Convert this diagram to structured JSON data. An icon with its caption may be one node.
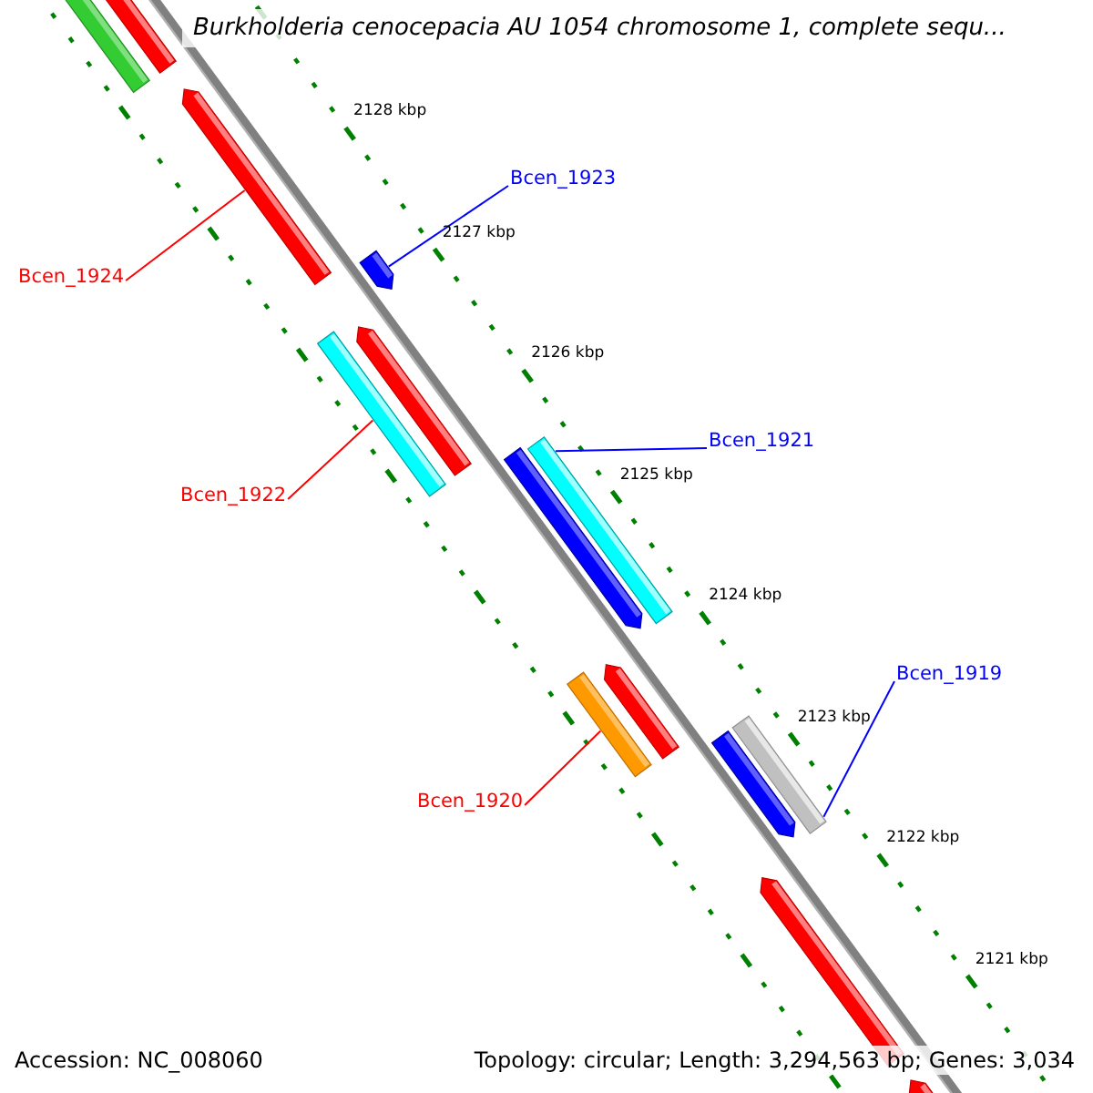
{
  "diagram": {
    "title": "Burkholderia cenocepacia AU 1054 chromosome 1, complete sequ...",
    "nodes": [
      {
        "text": [
          "Bcen_1923"
        ]
      },
      {
        "text": [
          "Bcen_1924"
        ]
      },
      {
        "text": [
          "Bcen_1921"
        ]
      },
      {
        "text": [
          "Bcen_1922"
        ]
      },
      {
        "text": [
          "Bcen_1919"
        ]
      },
      {
        "text": [
          "Bcen_1920"
        ]
      },
      {
        "text": [],
        "shape": "bar"
      },
      {
        "text": [],
        "shape": "bar"
      },
      {
        "text": [],
        "shape": "bar"
      },
      {
        "text": [],
        "shape": "bar"
      },
      {
        "text": [],
        "shape": "bar"
      },
      {
        "text": [],
        "shape": "bar"
      },
      {
        "text": [],
        "shape": "bar"
      },
      {
        "text": [],
        "shape": "bar"
      },
      {
        "text": [],
        "shape": "bar"
      },
      {
        "text": [],
        "shape": "bar"
      },
      {
        "text": [],
        "shape": "bar"
      },
      {
        "text": [],
        "shape": "bar"
      },
      {
        "text": [],
        "shape": "bar"
      },
      {
        "text": [],
        "shape": "bar"
      }
    ],
    "edges": [
      {
        "from": 0,
        "to": 9,
        "arrow": "none",
        "color": "#0000ff"
      },
      {
        "from": 1,
        "to": 8,
        "arrow": "none",
        "color": "#ff0000"
      },
      {
        "from": 2,
        "to": 12,
        "arrow": "none",
        "color": "#0000ff"
      },
      {
        "from": 3,
        "to": 10,
        "arrow": "none",
        "color": "#ff0000"
      },
      {
        "from": 4,
        "to": 16,
        "arrow": "none",
        "color": "#0000ff"
      },
      {
        "from": 5,
        "to": 15,
        "arrow": "none",
        "color": "#ff0000"
      }
    ],
    "labels": [
      "2128 kbp",
      "2127 kbp",
      "2126 kbp",
      "2125 kbp",
      "2124 kbp",
      "2123 kbp",
      "2122 kbp",
      "2121 kbp",
      "Accession: NC_008060",
      "Topology: circular; Length: 3,294,563 bp; Genes: 3,034"
    ]
  }
}
